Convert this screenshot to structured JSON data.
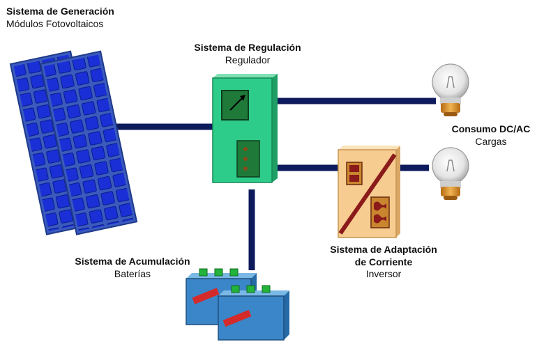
{
  "generation": {
    "title": "Sistema de Generación",
    "subtitle": "Módulos Fotovoltaicos"
  },
  "regulation": {
    "title": "Sistema de Regulación",
    "subtitle": "Regulador"
  },
  "consumption": {
    "title": "Consumo DC/AC",
    "subtitle": "Cargas"
  },
  "adaptation": {
    "title_line1": "Sistema de Adaptación",
    "title_line2": "de Corriente",
    "subtitle": "Inversor"
  },
  "accumulation": {
    "title": "Sistema de Acumulación",
    "subtitle": "Baterías"
  },
  "colors": {
    "wire": "#0d1a5c",
    "panel_frame": "#3a5bbd",
    "panel_cell": "#1a2fd6",
    "regulator": "#2ecc8a",
    "inverter": "#f6cc90",
    "inverter_slash": "#8b1a1a",
    "battery": "#3a86c8",
    "battery_cap": "#23b33a",
    "bulb_base": "#e8a13a"
  },
  "icons": [
    "solar-panel-icon",
    "regulator-icon",
    "inverter-icon",
    "battery-icon",
    "light-bulb-icon"
  ]
}
